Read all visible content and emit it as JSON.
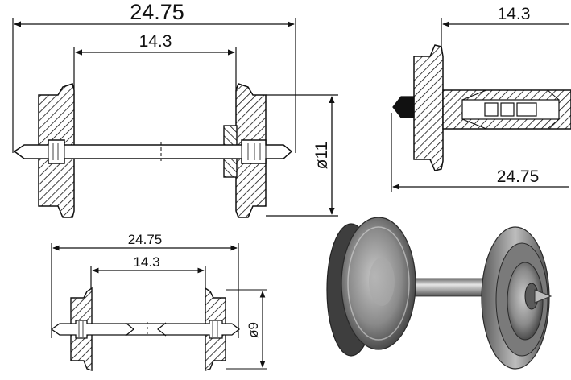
{
  "drawing_top_left": {
    "overall_length": "24.75",
    "back_to_back": "14.3",
    "wheel_diameter": "ø11"
  },
  "drawing_top_right": {
    "back_to_back": "14.3",
    "overall_length": "24.75"
  },
  "drawing_bottom_left": {
    "overall_length": "24.75",
    "back_to_back": "14.3",
    "wheel_diameter": "ø9"
  },
  "photo": {
    "subject": "metal wheelset"
  },
  "colors": {
    "line": "#111111",
    "hatch": "#111111",
    "background": "#ffffff",
    "metal_dark": "#4a4a4a",
    "metal_mid": "#8c8c8c",
    "metal_light": "#d9d9d9"
  }
}
